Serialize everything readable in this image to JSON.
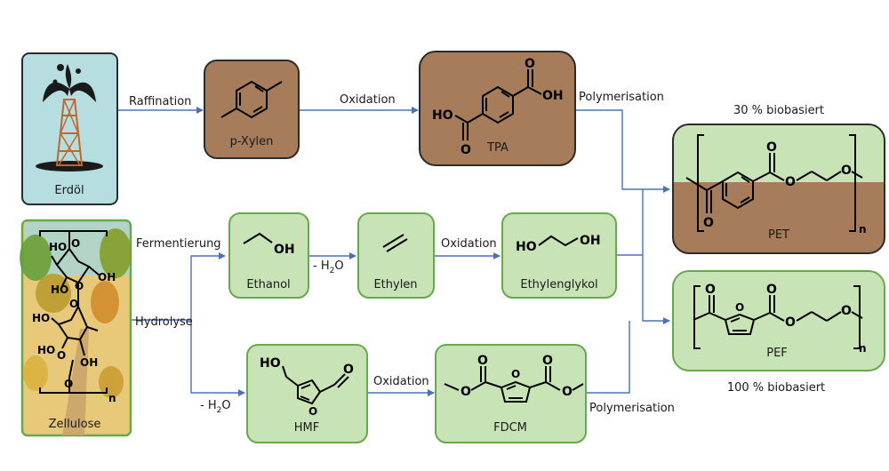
{
  "colors": {
    "brown_fill": "#a67c5b",
    "brown_border": "#2b2b2b",
    "green_fill": "#c8e3b5",
    "green_border": "#6aa84f",
    "blue_fill": "#b6dde0",
    "arrow": "#4a72b8"
  },
  "nodes": {
    "erdoel": "Erdöl",
    "pxylen": "p-Xylen",
    "tpa": "TPA",
    "pet": "PET",
    "zellulose": "Zellulose",
    "ethanol": "Ethanol",
    "ethylen": "Ethylen",
    "ethylenglykol": "Ethylenglykol",
    "hmf": "HMF",
    "fdcm": "FDCM",
    "pef": "PEF"
  },
  "edges": {
    "raffination": "Raffination",
    "oxidation_1": "Oxidation",
    "polymerisation_1": "Polymerisation",
    "fermentierung": "Fermentierung",
    "hydrolyse": "Hydrolyse",
    "minus_h2o_1": "- H",
    "minus_h2o_2": "- H",
    "oxidation_2": "Oxidation",
    "oxidation_3": "Oxidation",
    "polymerisation_2": "Polymerisation"
  },
  "subscripts": {
    "h2o_sub": "2",
    "h2o_o": "O"
  },
  "annotations": {
    "pet_bio": "30 % biobasiert",
    "pef_bio": "100 % biobasiert"
  },
  "atoms": {
    "oh": "OH",
    "ho": "HO",
    "o": "O",
    "n": "n"
  }
}
